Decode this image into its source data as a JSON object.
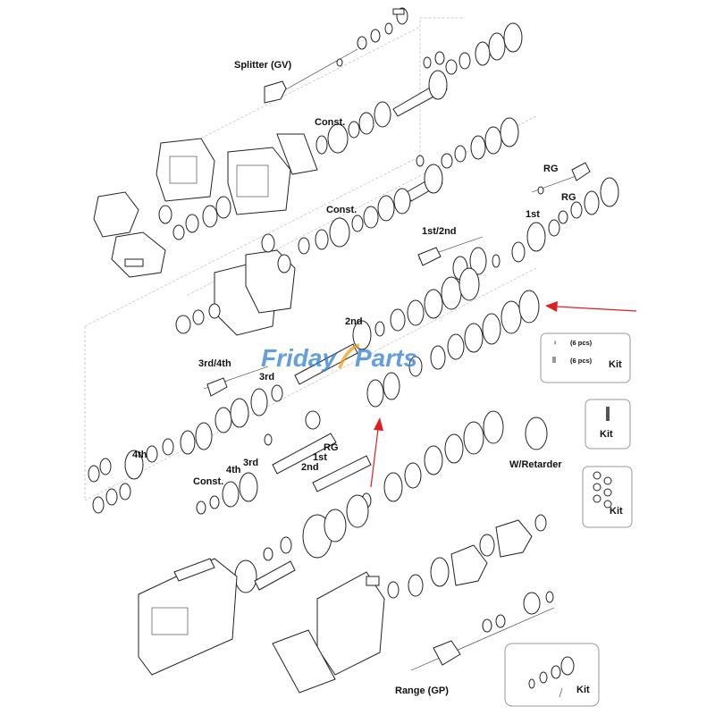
{
  "labels": {
    "splitter": "Splitter (GV)",
    "const_top": "Const.",
    "rg_top": "RG",
    "rg_mid": "RG",
    "const_mid": "Const.",
    "first_right": "1st",
    "first_second": "1st/2nd",
    "second": "2nd",
    "third_fourth": "3rd/4th",
    "third": "3rd",
    "fourth": "4th",
    "rg_shaft": "RG",
    "first_shaft": "1st",
    "second_shaft": "2nd",
    "const_low": "Const.",
    "fourth_low": "4th",
    "third_low": "3rd",
    "retarder": "W/Retarder",
    "range": "Range (GP)"
  },
  "kits": {
    "kit1": {
      "pcs_a": "(6 pcs)",
      "pcs_b": "(6 pcs)",
      "label": "Kit"
    },
    "kit2": {
      "label": "Kit"
    },
    "kit3": {
      "label": "Kit"
    },
    "kit4": {
      "label": "Kit"
    }
  },
  "watermark": {
    "part1": "Friday",
    "part2": "Parts"
  },
  "colors": {
    "arrow": "#e02020",
    "watermark_blue": "#2f7fd3",
    "watermark_orange": "#f0a020",
    "line": "#222222"
  }
}
